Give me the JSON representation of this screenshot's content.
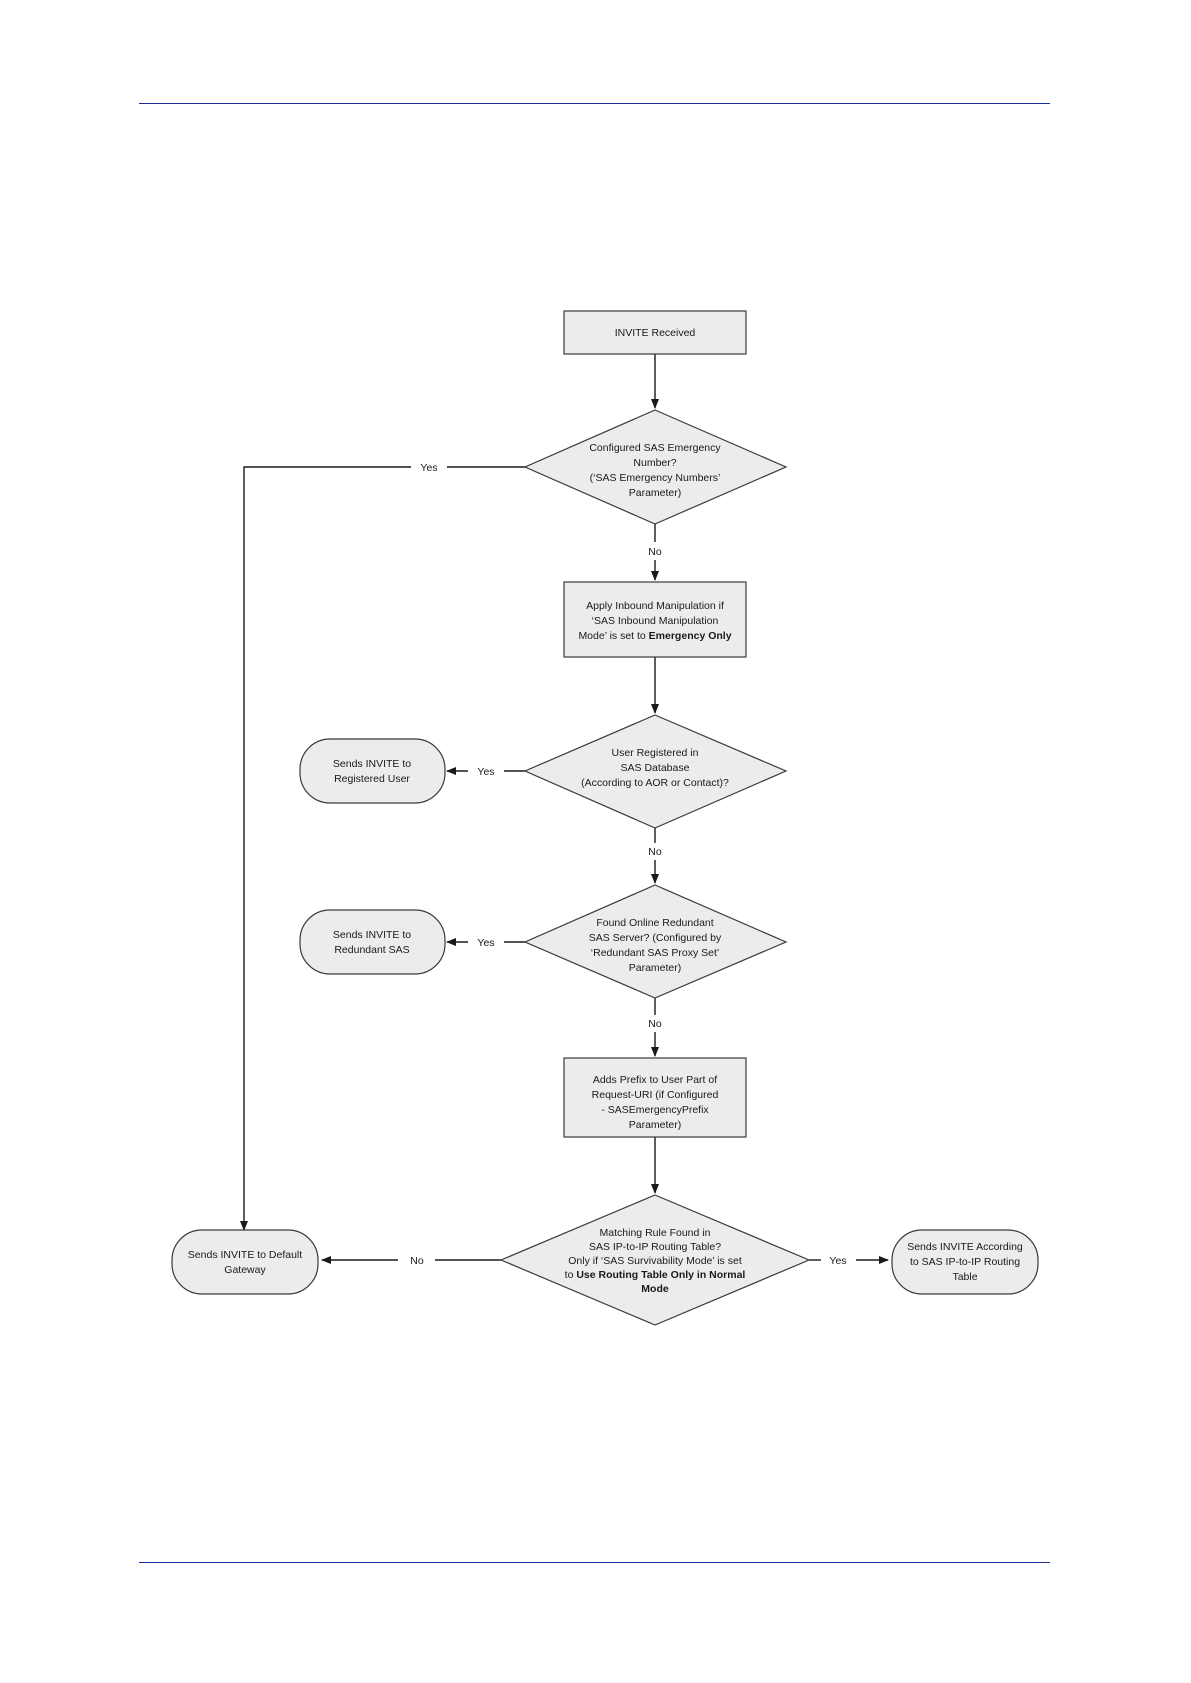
{
  "nodes": {
    "invite_received": {
      "lines": [
        "INVITE Received"
      ]
    },
    "emergency_check": {
      "lines": [
        "Configured SAS Emergency",
        "Number?",
        "(‘SAS Emergency Numbers’",
        "Parameter)"
      ]
    },
    "apply_inbound": {
      "lines": [
        "Apply Inbound Manipulation if",
        "‘SAS Inbound Manipulation"
      ],
      "line3_pre": "Mode’ is set to ",
      "line3_bold": "Emergency Only"
    },
    "user_registered": {
      "lines": [
        "User Registered in",
        "SAS Database",
        "(According to AOR or Contact)?"
      ]
    },
    "sends_registered": {
      "lines": [
        "Sends INVITE to",
        "Registered User"
      ]
    },
    "redundant_check": {
      "lines": [
        "Found Online Redundant",
        "SAS Server? (Configured by",
        "‘Redundant SAS Proxy Set’",
        "Parameter)"
      ]
    },
    "sends_redundant": {
      "lines": [
        "Sends INVITE to",
        "Redundant SAS"
      ]
    },
    "adds_prefix": {
      "lines": [
        "Adds Prefix to User Part of",
        "Request-URI (if Configured",
        "- SASEmergencyPrefix",
        "Parameter)"
      ]
    },
    "matching_rule": {
      "lines": [
        "Matching Rule Found in",
        "SAS IP-to-IP Routing Table?",
        "Only if ‘SAS Survivability Mode’ is set"
      ],
      "line4_pre": "to ",
      "line4_bold": "Use Routing Table Only in Normal",
      "line5_bold": "Mode"
    },
    "sends_default": {
      "lines": [
        "Sends INVITE to Default",
        "Gateway"
      ]
    },
    "sends_routing": {
      "lines": [
        "Sends INVITE According",
        "to SAS IP-to-IP Routing",
        "Table"
      ]
    }
  },
  "edge_labels": {
    "emergency_yes": "Yes",
    "emergency_no": "No",
    "registered_yes": "Yes",
    "registered_no": "No",
    "redundant_yes": "Yes",
    "redundant_no": "No",
    "matching_no": "No",
    "matching_yes": "Yes"
  }
}
